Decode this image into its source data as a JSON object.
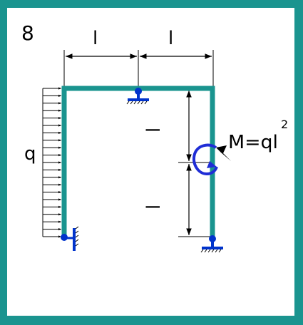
{
  "problem": {
    "number": "8"
  },
  "labels": {
    "top_left_span": "l",
    "top_right_span": "l",
    "right_upper_height": "l",
    "right_lower_height": "l",
    "distributed_load": "q",
    "moment_prefix": "M=ql",
    "moment_exponent": "2"
  },
  "colors": {
    "frame": "#1a948f",
    "support": "#0033cc",
    "moment_arc": "#1f2dd6",
    "dimension": "#000000",
    "load_arrows": "#000000"
  },
  "supports": [
    {
      "id": "top-pin",
      "type": "pin-roller"
    },
    {
      "id": "bottom-left-fixed",
      "type": "fixed"
    },
    {
      "id": "bottom-right-pin",
      "type": "pin"
    }
  ],
  "load": {
    "type": "uniformly-distributed",
    "direction": "right",
    "arrow_count": 21
  }
}
